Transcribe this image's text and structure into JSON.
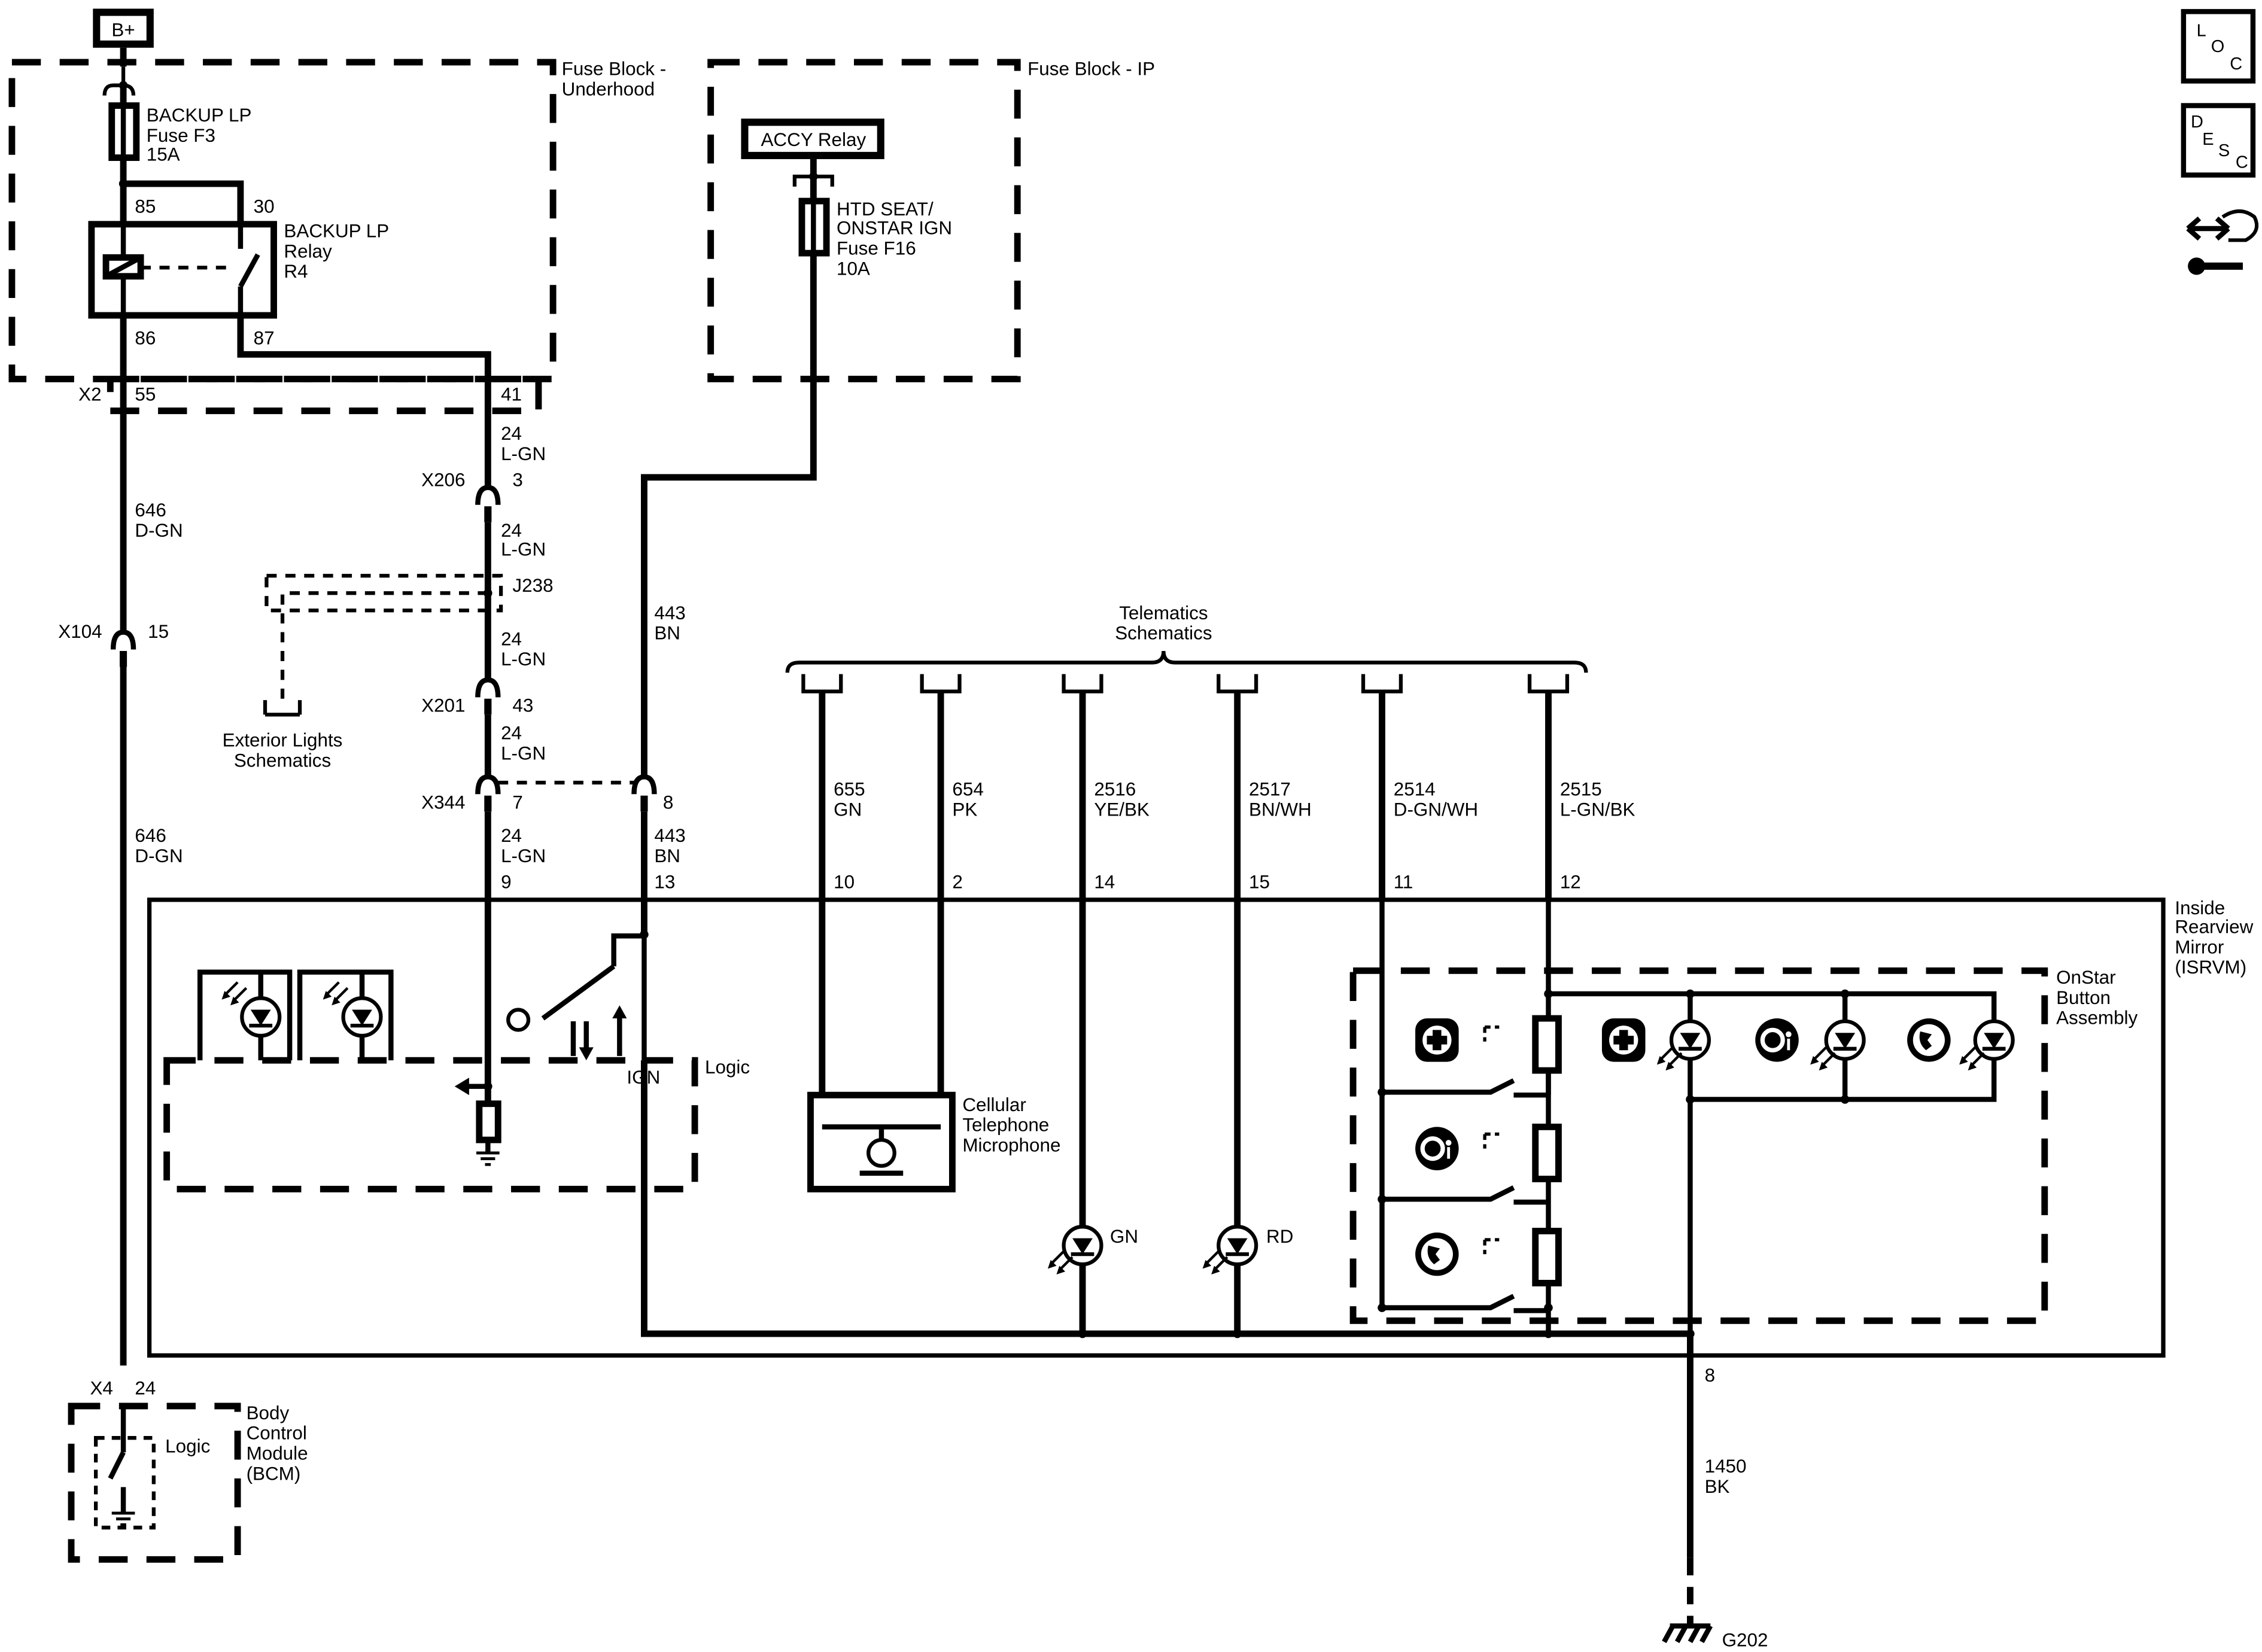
{
  "header": {
    "power_label": "B+",
    "loc_chars": [
      "L",
      "O",
      "C"
    ],
    "desc_chars": [
      "D",
      "E",
      "S",
      "C"
    ],
    "nav_icon": "arrows-hand-wrench-icon"
  },
  "fuse_block_underhood": {
    "title_line1": "Fuse Block -",
    "title_line2": "Underhood",
    "fuse_name": "BACKUP LP",
    "fuse_id": "Fuse F3",
    "fuse_rating": "15A",
    "relay_name": "BACKUP LP",
    "relay_type": "Relay",
    "relay_id": "R4",
    "relay_pins": [
      "85",
      "30",
      "86",
      "87"
    ],
    "connector": "X2",
    "connector_pins": [
      "55",
      "41"
    ]
  },
  "fuse_block_ip": {
    "title": "Fuse Block - IP",
    "relay": "ACCY Relay",
    "fuse_name_line1": "HTD SEAT/",
    "fuse_name_line2": "ONSTAR IGN",
    "fuse_id": "Fuse F16",
    "fuse_rating": "10A"
  },
  "left_wiring": {
    "c1": "X206",
    "c1_pin": "3",
    "c2": "J238",
    "c3": "X201",
    "c3_pin": "43",
    "c4": "X344",
    "c4_pin_a": "7",
    "c4_pin_b": "8",
    "c5": "X104",
    "c5_pin": "15",
    "exterior_line1": "Exterior Lights",
    "exterior_line2": "Schematics"
  },
  "wires": {
    "w24_circuit": "24",
    "w24_color": "L-GN",
    "w646_circuit": "646",
    "w646_color": "D-GN",
    "w443_circuit": "443",
    "w443_color": "BN",
    "w1450_circuit": "1450",
    "w1450_color": "BK"
  },
  "telematics": {
    "title_line1": "Telematics",
    "title_line2": "Schematics",
    "wires": [
      {
        "circuit": "655",
        "color": "GN",
        "pin": "10"
      },
      {
        "circuit": "654",
        "color": "PK",
        "pin": "2"
      },
      {
        "circuit": "2516",
        "color": "YE/BK",
        "pin": "14"
      },
      {
        "circuit": "2517",
        "color": "BN/WH",
        "pin": "15"
      },
      {
        "circuit": "2514",
        "color": "D-GN/WH",
        "pin": "11"
      },
      {
        "circuit": "2515",
        "color": "L-GN/BK",
        "pin": "12"
      }
    ]
  },
  "isrvm": {
    "title_line1": "Inside",
    "title_line2": "Rearview",
    "title_line3": "Mirror",
    "title_line4": "(ISRVM)",
    "pin_9": "9",
    "pin_13": "13",
    "pin_8": "8",
    "logic": "Logic",
    "ign": "IGN",
    "mic_line1": "Cellular",
    "mic_line2": "Telephone",
    "mic_line3": "Microphone",
    "led_gn": "GN",
    "led_rd": "RD",
    "onstar_line1": "OnStar",
    "onstar_line2": "Button",
    "onstar_line3": "Assembly",
    "button_icons": [
      "emergency-icon",
      "onstar-person-icon",
      "phone-icon"
    ]
  },
  "bcm": {
    "connector": "X4",
    "pin": "24",
    "logic": "Logic",
    "title_line1": "Body",
    "title_line2": "Control",
    "title_line3": "Module",
    "title_line4": "(BCM)"
  },
  "ground": {
    "label": "G202"
  }
}
